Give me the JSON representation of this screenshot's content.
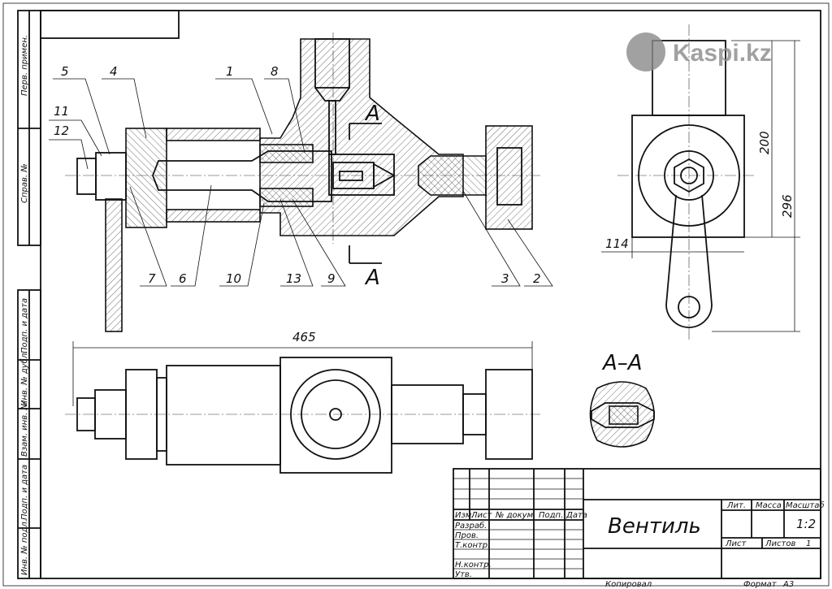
{
  "margin_stamps": [
    "Перв. примен.",
    "Справ. №",
    "Подп. и дата",
    "Инв. № дубл.",
    "Взам. инв. №",
    "Подп. и дата",
    "Инв. № подл."
  ],
  "callouts": [
    "1",
    "2",
    "3",
    "4",
    "5",
    "6",
    "7",
    "8",
    "9",
    "10",
    "11",
    "12",
    "13"
  ],
  "section_marks": {
    "top": "A",
    "bottom": "A",
    "view_title": "A–A"
  },
  "dimensions": {
    "overall_length": "465",
    "height_200": "200",
    "height_296": "296",
    "width_114": "114"
  },
  "title_block": {
    "title": "Вентиль",
    "headers": [
      "Изм.",
      "Лист",
      "№ докум.",
      "Подп.",
      "Дата"
    ],
    "roles": [
      "Разраб.",
      "Пров.",
      "Т.контр.",
      "Н.контр.",
      "Утв."
    ],
    "lit_label": "Лит.",
    "mass_label": "Масса",
    "scale_label": "Масштаб",
    "scale_value": "1:2",
    "sheet_label": "Лист",
    "sheets_label": "Листов",
    "sheets_value": "1",
    "copied_label": "Копировал",
    "format_label": "Формат",
    "format_value": "A3"
  },
  "watermark": "Kaspi.kz"
}
